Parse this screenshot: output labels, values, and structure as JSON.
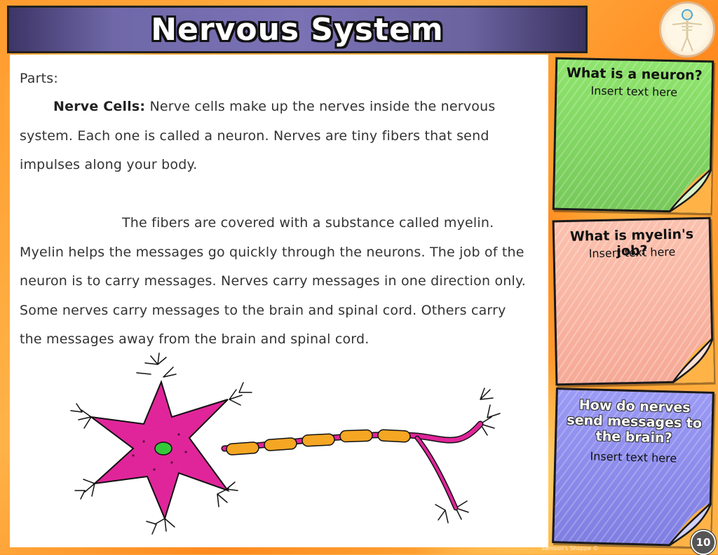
{
  "header": {
    "title": "Nervous System"
  },
  "content": {
    "parts_label": "Parts:",
    "para1_term": "Nerve Cells:",
    "para1_text": " Nerve cells make up the nerves inside the nervous system. Each one is called a neuron. Nerves are tiny fibers that send impulses along your body.",
    "para2_text": "The fibers are covered with a substance called myelin. Myelin helps the messages go quickly through the neurons. The job of the neuron is to carry messages. Nerves carry messages in one direction only. Some nerves carry messages to the brain and spinal cord. Others carry the messages away from the brain and spinal cord."
  },
  "notes": [
    {
      "question": "What is a neuron?",
      "answer": "Insert text here",
      "color": "#8fd870"
    },
    {
      "question": "What is myelin's job?",
      "answer": "Insert text here",
      "color": "#f8b9a8"
    },
    {
      "question": "How do nerves send messages to the brain?",
      "answer": "Insert text here",
      "color": "#8e8df0"
    }
  ],
  "footer": {
    "page_number": "10",
    "credit": "Samson's Shoppe ©"
  },
  "colors": {
    "banner": "#6f68a8",
    "neuron_body": "#e0259a",
    "nucleus": "#34c93b",
    "myelin": "#f5a623"
  },
  "icons": [
    "skeleton-badge-icon",
    "neuron-illustration",
    "page-curl-icon"
  ]
}
